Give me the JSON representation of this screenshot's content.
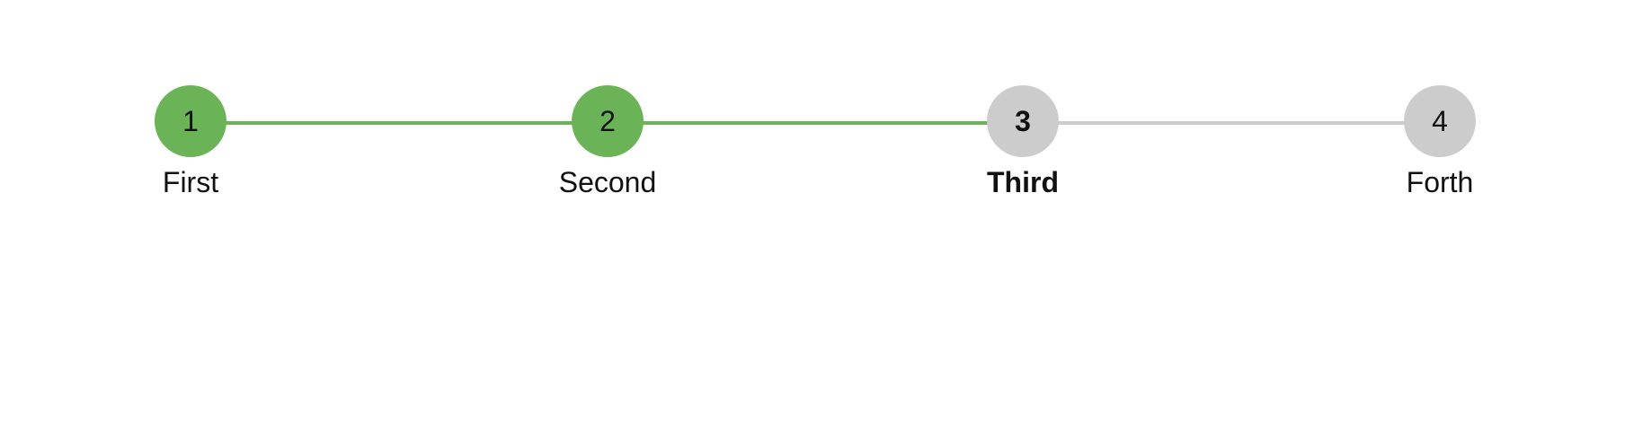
{
  "colors": {
    "done": "#6ab356",
    "pending": "#cccccc"
  },
  "current_step": 3,
  "steps": [
    {
      "number": "1",
      "label": "First",
      "status": "done"
    },
    {
      "number": "2",
      "label": "Second",
      "status": "done"
    },
    {
      "number": "3",
      "label": "Third",
      "status": "active"
    },
    {
      "number": "4",
      "label": "Forth",
      "status": "pending"
    }
  ],
  "connectors": [
    {
      "status": "done"
    },
    {
      "status": "done"
    },
    {
      "status": "pending"
    }
  ]
}
